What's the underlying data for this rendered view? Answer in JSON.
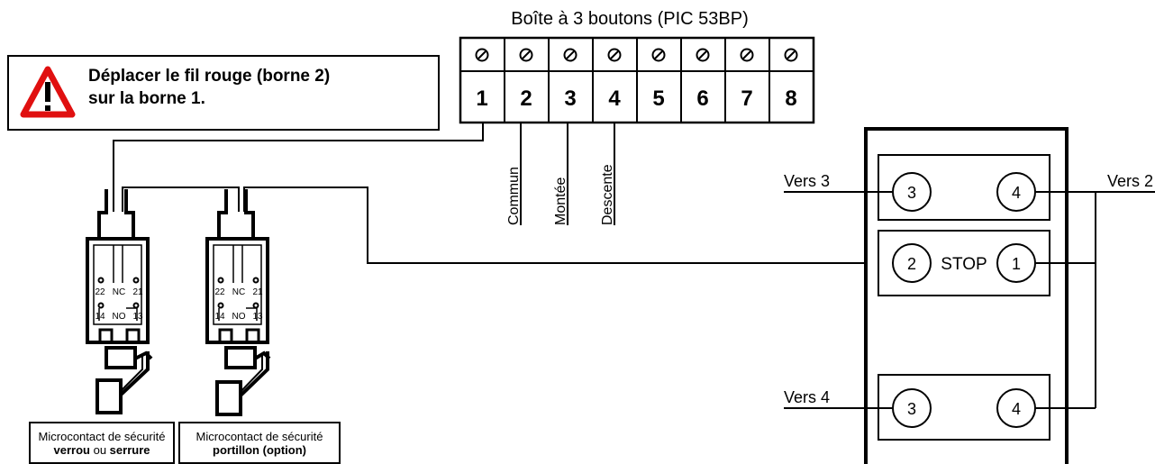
{
  "warning": {
    "line1": "Déplacer le fil rouge (borne 2)",
    "line2": "sur la borne 1."
  },
  "terminal_block": {
    "title": "Boîte à 3 boutons (PIC 53BP)",
    "terminals": [
      "1",
      "2",
      "3",
      "4",
      "5",
      "6",
      "7",
      "8"
    ],
    "screw_symbol": "⊘"
  },
  "wire_labels": {
    "commun": "Commun",
    "montee": "Montée",
    "descente": "Descente"
  },
  "switches": [
    {
      "nc_label": "NC",
      "no_label": "NO",
      "t22": "22",
      "t21": "21",
      "t14": "14",
      "t13": "13",
      "caption_line1": "Microcontact de sécurité",
      "caption_bold1": "verrou",
      "caption_mid": " ou ",
      "caption_bold2": "serrure"
    },
    {
      "nc_label": "NC",
      "no_label": "NO",
      "t22": "22",
      "t21": "21",
      "t14": "14",
      "t13": "13",
      "caption_line1": "Microcontact de sécurité",
      "caption_bold": "portillon (option)"
    }
  ],
  "button_panel": {
    "vers3": "Vers 3",
    "vers2": "Vers 2",
    "vers4": "Vers 4",
    "top_left": "3",
    "top_right": "4",
    "stop_left": "2",
    "stop_label": "STOP",
    "stop_right": "1",
    "bottom_left": "3",
    "bottom_right": "4"
  }
}
